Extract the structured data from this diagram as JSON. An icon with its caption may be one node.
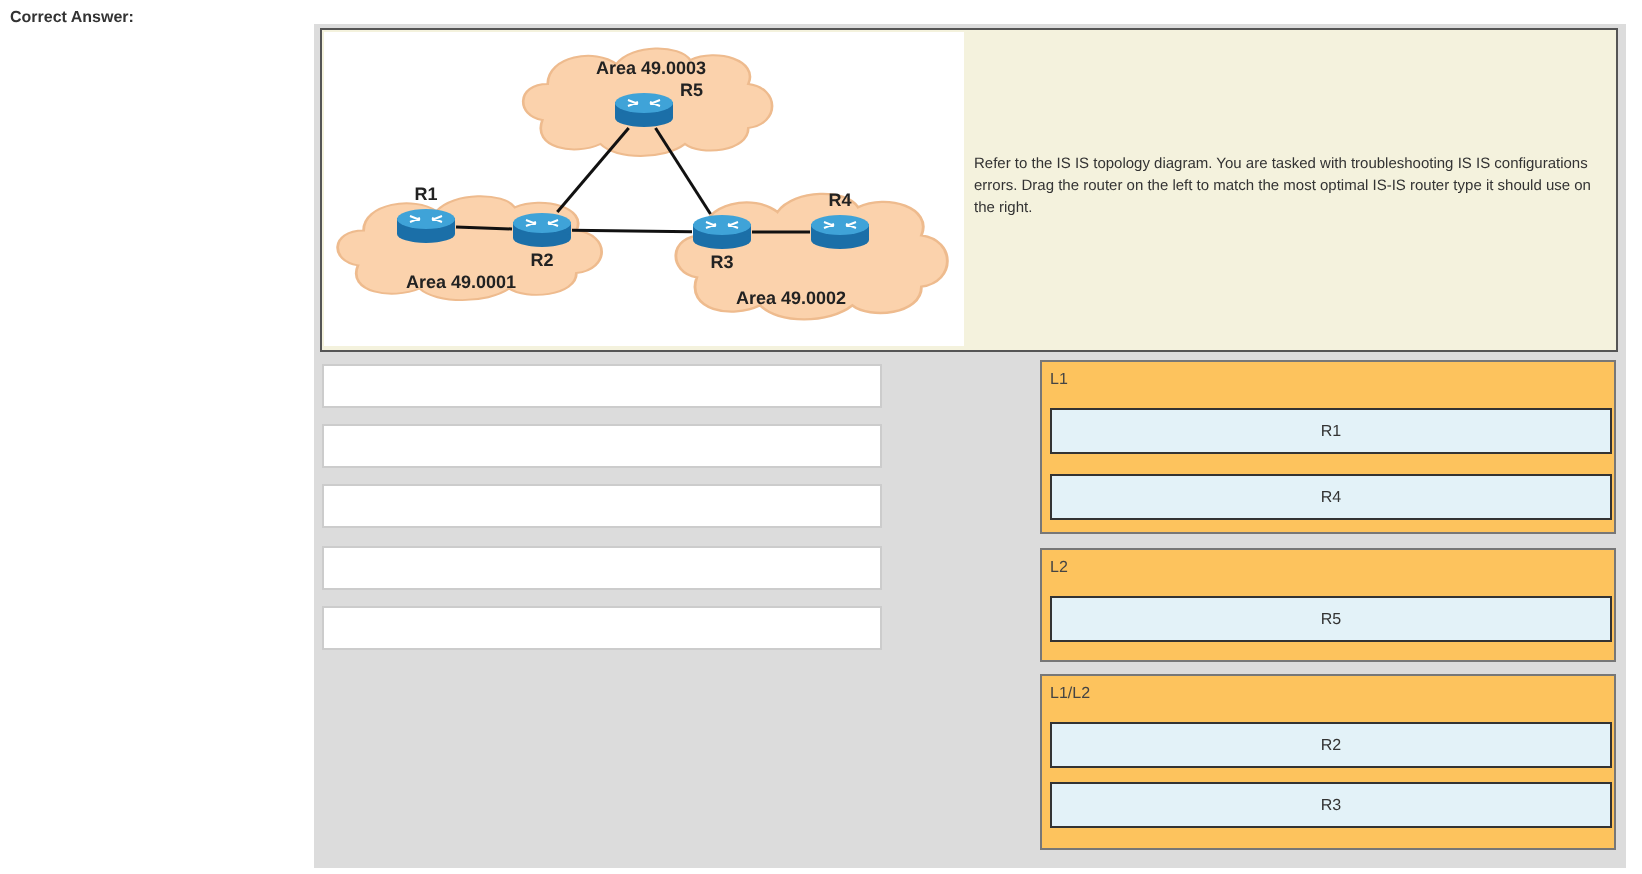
{
  "diagram": {
    "nodes": [
      {
        "text": [
          "Area 49.0003"
        ]
      },
      {
        "text": [
          "R5"
        ],
        "in": 0
      },
      {
        "text": [
          "Area 49.0001"
        ]
      },
      {
        "text": [
          "R1"
        ],
        "in": 2
      },
      {
        "text": [
          "R2"
        ],
        "in": 2
      },
      {
        "text": [
          "Area 49.0002"
        ]
      },
      {
        "text": [
          "R3"
        ],
        "in": 5
      },
      {
        "text": [
          "R4"
        ],
        "in": 5
      },
      {
        "text": [
          "L1"
        ]
      },
      {
        "text": [
          "R1"
        ],
        "in": 8
      },
      {
        "text": [
          "R4"
        ],
        "in": 8
      },
      {
        "text": [
          "L2"
        ]
      },
      {
        "text": [
          "R5"
        ],
        "in": 11
      },
      {
        "text": [
          "L1/L2"
        ]
      },
      {
        "text": [
          "R2"
        ],
        "in": 13
      },
      {
        "text": [
          "R3"
        ],
        "in": 13
      },
      {
        "text": [],
        "shape": "box"
      },
      {
        "text": [],
        "shape": "box"
      },
      {
        "text": [],
        "shape": "box"
      },
      {
        "text": [],
        "shape": "box"
      },
      {
        "text": [],
        "shape": "box"
      }
    ],
    "edges": [
      {
        "from": 1,
        "to": 4,
        "arrow": "none"
      },
      {
        "from": 1,
        "to": 6,
        "arrow": "none"
      },
      {
        "from": 3,
        "to": 4,
        "arrow": "none"
      },
      {
        "from": 4,
        "to": 6,
        "arrow": "none"
      },
      {
        "from": 6,
        "to": 7,
        "arrow": "none"
      }
    ],
    "labels": [
      "Correct Answer:",
      "Refer to the IS IS topology diagram. You are tasked with troubleshooting IS IS configurations errors. Drag the router on the left to match the most optimal IS-IS router type it should use on the right."
    ]
  }
}
